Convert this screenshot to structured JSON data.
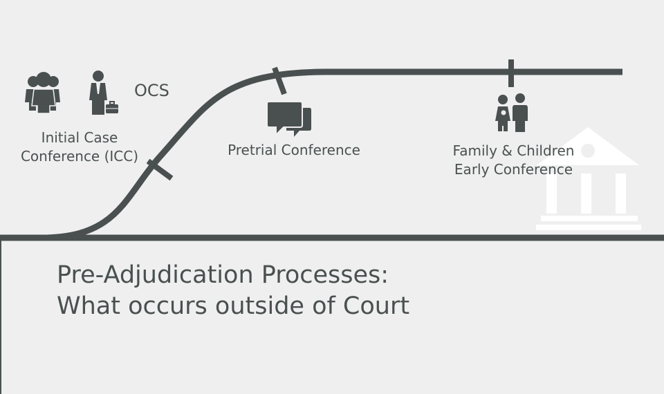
{
  "timeline": {
    "milestones": [
      {
        "id": "icc",
        "lines": [
          "Initial Case",
          "Conference (ICC)"
        ]
      },
      {
        "id": "ocs",
        "lines": [
          "OCS"
        ]
      },
      {
        "id": "pretrial",
        "lines": [
          "Pretrial Conference"
        ]
      },
      {
        "id": "family",
        "lines": [
          "Family & Children",
          "Early Conference"
        ]
      }
    ]
  },
  "title": {
    "lines": [
      "Pre-Adjudication Processes:",
      "What occurs outside of Court"
    ]
  },
  "icons": {
    "group": "group-people-icon",
    "officer": "businessman-briefcase-icon",
    "chat": "speech-bubbles-icon",
    "family": "parent-child-icon",
    "court": "courthouse-icon"
  },
  "colors": {
    "background": "#efefef",
    "line": "#4a5050",
    "icon": "#4a5050",
    "courthouse": "#ffffff"
  }
}
